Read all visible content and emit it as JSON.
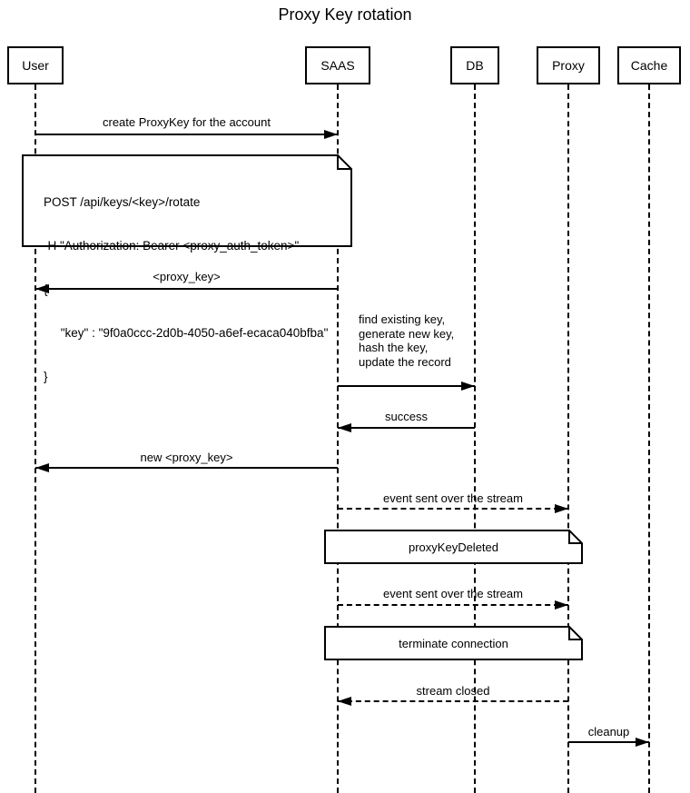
{
  "title": "Proxy Key rotation",
  "actors": [
    {
      "id": "user",
      "label": "User"
    },
    {
      "id": "saas",
      "label": "SAAS"
    },
    {
      "id": "db",
      "label": "DB"
    },
    {
      "id": "proxy",
      "label": "Proxy"
    },
    {
      "id": "cache",
      "label": "Cache"
    }
  ],
  "messages": {
    "create_proxykey": {
      "label": "create ProxyKey for the account",
      "from": "User",
      "to": "SAAS",
      "style": "solid"
    },
    "proxy_key": {
      "label": "<proxy_key>",
      "from": "SAAS",
      "to": "User",
      "style": "solid"
    },
    "db_operation": {
      "lines": [
        "find existing key,",
        "generate new key,",
        "hash the key,",
        "update the record"
      ],
      "from": "SAAS",
      "to": "DB",
      "style": "solid"
    },
    "success": {
      "label": "success",
      "from": "DB",
      "to": "SAAS",
      "style": "solid"
    },
    "new_proxy_key": {
      "label": "new <proxy_key>",
      "from": "SAAS",
      "to": "User",
      "style": "solid"
    },
    "event_stream_1": {
      "label": "event sent over the stream",
      "from": "SAAS",
      "to": "Proxy",
      "style": "dashed"
    },
    "event_stream_2": {
      "label": "event sent over the stream",
      "from": "SAAS",
      "to": "Proxy",
      "style": "dashed"
    },
    "stream_closed": {
      "label": "stream closed",
      "from": "Proxy",
      "to": "SAAS",
      "style": "dashed"
    },
    "cleanup": {
      "label": "cleanup",
      "from": "Proxy",
      "to": "Cache",
      "style": "solid"
    }
  },
  "notes": {
    "rotate_request": {
      "lines": [
        "POST /api/keys/<key>/rotate",
        "-H \"Authorization: Bearer <proxy_auth_token>\"",
        "{",
        "     \"key\" : \"9f0a0ccc-2d0b-4050-a6ef-ecaca040bfba\"",
        "}"
      ]
    },
    "proxy_key_deleted": {
      "label": "proxyKeyDeleted"
    },
    "terminate_connection": {
      "label": "terminate connection"
    }
  },
  "colors": {
    "line": "#000000",
    "background": "#ffffff",
    "text": "#000000"
  }
}
